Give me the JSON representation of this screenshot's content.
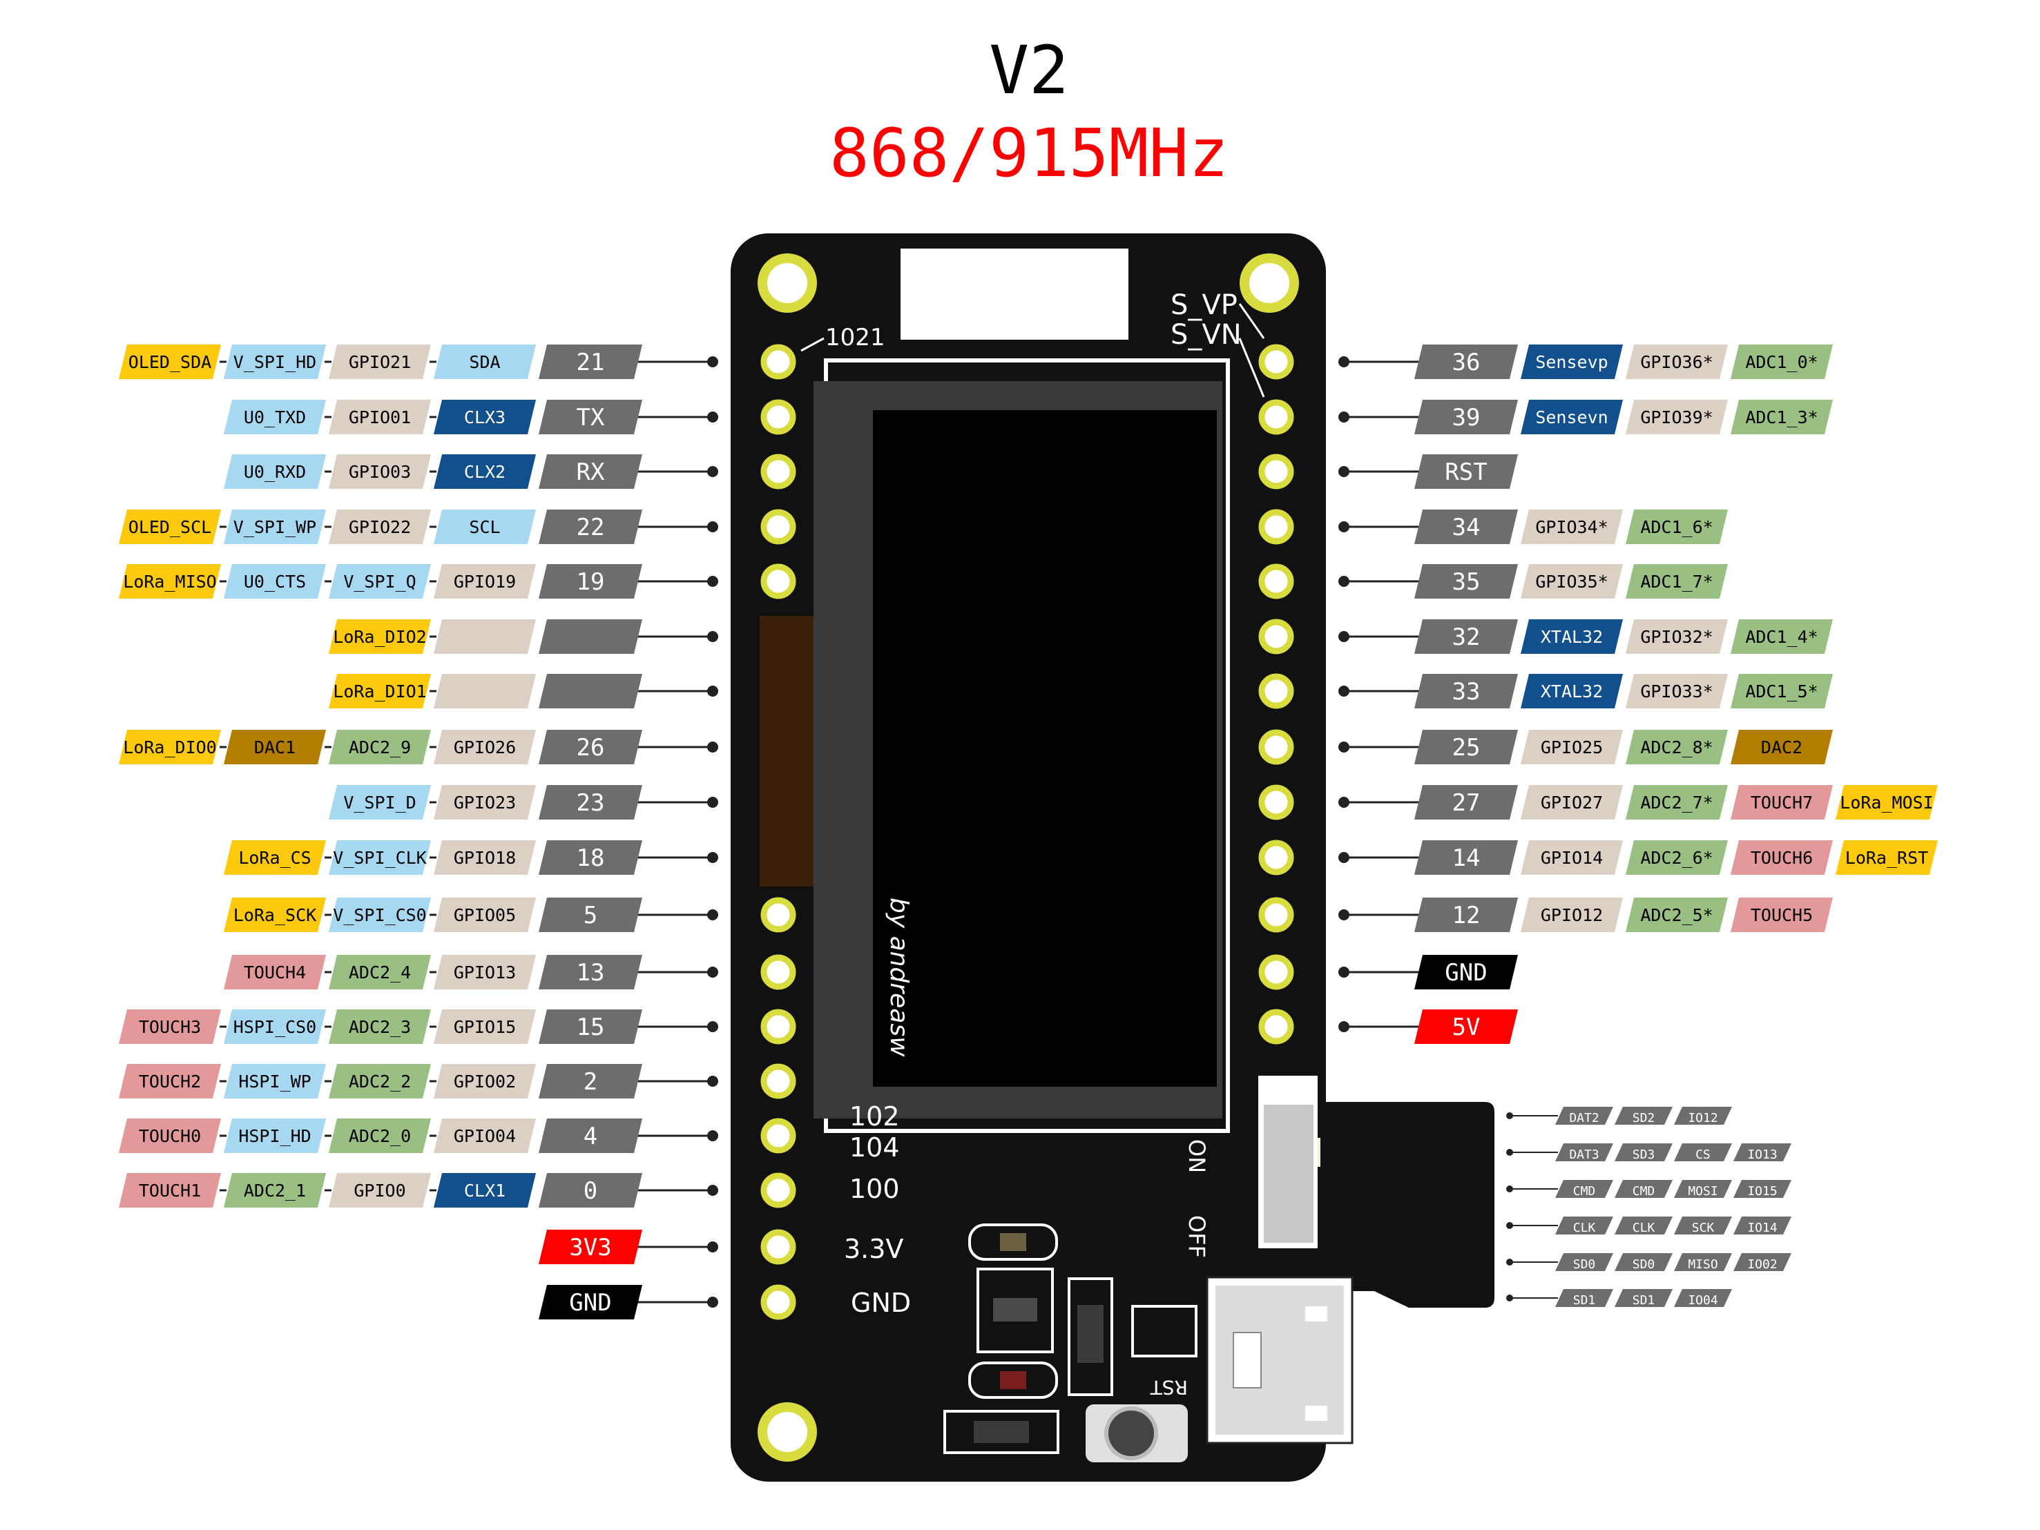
{
  "title": "V2",
  "subtitle": "868/915MHz",
  "colors": {
    "pin": "#6d6d6d",
    "gpio": "#dcd0c4",
    "analog": "#9abf82",
    "serial": "#a7d8f1",
    "clk": "#11508c",
    "lora": "#fdc90c",
    "dac": "#b37e00",
    "touch": "#e3999a",
    "power_red": "#ff0000",
    "ground": "#000000",
    "board": "#111111",
    "pad": "#d8dc3e"
  },
  "left_pins": [
    {
      "labels": [
        {
          "text": "OLED_SDA",
          "type": "lora"
        },
        {
          "text": "V_SPI_HD",
          "type": "serial"
        },
        {
          "text": "GPIO21",
          "type": "gpio"
        },
        {
          "text": "SDA",
          "type": "serial"
        }
      ],
      "pin": "21",
      "pin_type": "pin"
    },
    {
      "labels": [
        {
          "text": "U0_TXD",
          "type": "serial"
        },
        {
          "text": "GPIO01",
          "type": "gpio"
        },
        {
          "text": "CLX3",
          "type": "clk"
        }
      ],
      "pin": "TX",
      "pin_type": "pin"
    },
    {
      "labels": [
        {
          "text": "U0_RXD",
          "type": "serial"
        },
        {
          "text": "GPIO03",
          "type": "gpio"
        },
        {
          "text": "CLX2",
          "type": "clk"
        }
      ],
      "pin": "RX",
      "pin_type": "pin"
    },
    {
      "labels": [
        {
          "text": "OLED_SCL",
          "type": "lora"
        },
        {
          "text": "V_SPI_WP",
          "type": "serial"
        },
        {
          "text": "GPIO22",
          "type": "gpio"
        },
        {
          "text": "SCL",
          "type": "serial"
        }
      ],
      "pin": "22",
      "pin_type": "pin"
    },
    {
      "labels": [
        {
          "text": "LoRa_MISO",
          "type": "lora"
        },
        {
          "text": "U0_CTS",
          "type": "serial"
        },
        {
          "text": "V_SPI_Q",
          "type": "serial"
        },
        {
          "text": "GPIO19",
          "type": "gpio"
        }
      ],
      "pin": "19",
      "pin_type": "pin"
    },
    {
      "labels": [
        {
          "text": "LoRa_DIO2",
          "type": "lora"
        },
        {
          "text": "",
          "type": "gpio"
        }
      ],
      "pin": "",
      "pin_type": "pin"
    },
    {
      "labels": [
        {
          "text": "LoRa_DIO1",
          "type": "lora"
        },
        {
          "text": "",
          "type": "gpio"
        }
      ],
      "pin": "",
      "pin_type": "pin"
    },
    {
      "labels": [
        {
          "text": "LoRa_DIO0",
          "type": "lora"
        },
        {
          "text": "DAC1",
          "type": "dac"
        },
        {
          "text": "ADC2_9",
          "type": "analog"
        },
        {
          "text": "GPIO26",
          "type": "gpio"
        }
      ],
      "pin": "26",
      "pin_type": "pin"
    },
    {
      "labels": [
        {
          "text": "V_SPI_D",
          "type": "serial"
        },
        {
          "text": "GPIO23",
          "type": "gpio"
        }
      ],
      "pin": "23",
      "pin_type": "pin"
    },
    {
      "labels": [
        {
          "text": "LoRa_CS",
          "type": "lora"
        },
        {
          "text": "V_SPI_CLK",
          "type": "serial"
        },
        {
          "text": "GPIO18",
          "type": "gpio"
        }
      ],
      "pin": "18",
      "pin_type": "pin"
    },
    {
      "labels": [
        {
          "text": "LoRa_SCK",
          "type": "lora"
        },
        {
          "text": "V_SPI_CS0",
          "type": "serial"
        },
        {
          "text": "GPIO05",
          "type": "gpio"
        }
      ],
      "pin": "5",
      "pin_type": "pin"
    },
    {
      "labels": [
        {
          "text": "TOUCH4",
          "type": "touch"
        },
        {
          "text": "ADC2_4",
          "type": "analog"
        },
        {
          "text": "GPIO13",
          "type": "gpio"
        }
      ],
      "pin": "13",
      "pin_type": "pin"
    },
    {
      "labels": [
        {
          "text": "TOUCH3",
          "type": "touch"
        },
        {
          "text": "HSPI_CS0",
          "type": "serial"
        },
        {
          "text": "ADC2_3",
          "type": "analog"
        },
        {
          "text": "GPIO15",
          "type": "gpio"
        }
      ],
      "pin": "15",
      "pin_type": "pin"
    },
    {
      "labels": [
        {
          "text": "TOUCH2",
          "type": "touch"
        },
        {
          "text": "HSPI_WP",
          "type": "serial"
        },
        {
          "text": "ADC2_2",
          "type": "analog"
        },
        {
          "text": "GPIO02",
          "type": "gpio"
        }
      ],
      "pin": "2",
      "pin_type": "pin"
    },
    {
      "labels": [
        {
          "text": "TOUCH0",
          "type": "touch"
        },
        {
          "text": "HSPI_HD",
          "type": "serial"
        },
        {
          "text": "ADC2_0",
          "type": "analog"
        },
        {
          "text": "GPIO04",
          "type": "gpio"
        }
      ],
      "pin": "4",
      "pin_type": "pin"
    },
    {
      "labels": [
        {
          "text": "TOUCH1",
          "type": "touch"
        },
        {
          "text": "ADC2_1",
          "type": "analog"
        },
        {
          "text": "GPIO0",
          "type": "gpio"
        },
        {
          "text": "CLX1",
          "type": "clk"
        }
      ],
      "pin": "0",
      "pin_type": "pin"
    },
    {
      "labels": [],
      "pin": "3V3",
      "pin_type": "power_red"
    },
    {
      "labels": [],
      "pin": "GND",
      "pin_type": "ground"
    }
  ],
  "right_pins": [
    {
      "pin": "36",
      "pin_type": "pin",
      "labels": [
        {
          "text": "Sensevp",
          "type": "clk"
        },
        {
          "text": "GPIO36*",
          "type": "gpio"
        },
        {
          "text": "ADC1_0*",
          "type": "analog"
        }
      ]
    },
    {
      "pin": "39",
      "pin_type": "pin",
      "labels": [
        {
          "text": "Sensevn",
          "type": "clk"
        },
        {
          "text": "GPIO39*",
          "type": "gpio"
        },
        {
          "text": "ADC1_3*",
          "type": "analog"
        }
      ]
    },
    {
      "pin": "RST",
      "pin_type": "pin",
      "labels": []
    },
    {
      "pin": "34",
      "pin_type": "pin",
      "labels": [
        {
          "text": "GPIO34*",
          "type": "gpio"
        },
        {
          "text": "ADC1_6*",
          "type": "analog"
        }
      ]
    },
    {
      "pin": "35",
      "pin_type": "pin",
      "labels": [
        {
          "text": "GPIO35*",
          "type": "gpio"
        },
        {
          "text": "ADC1_7*",
          "type": "analog"
        }
      ]
    },
    {
      "pin": "32",
      "pin_type": "pin",
      "labels": [
        {
          "text": "XTAL32",
          "type": "clk"
        },
        {
          "text": "GPIO32*",
          "type": "gpio"
        },
        {
          "text": "ADC1_4*",
          "type": "analog"
        }
      ]
    },
    {
      "pin": "33",
      "pin_type": "pin",
      "labels": [
        {
          "text": "XTAL32",
          "type": "clk"
        },
        {
          "text": "GPIO33*",
          "type": "gpio"
        },
        {
          "text": "ADC1_5*",
          "type": "analog"
        }
      ]
    },
    {
      "pin": "25",
      "pin_type": "pin",
      "labels": [
        {
          "text": "GPIO25",
          "type": "gpio"
        },
        {
          "text": "ADC2_8*",
          "type": "analog"
        },
        {
          "text": "DAC2",
          "type": "dac"
        }
      ]
    },
    {
      "pin": "27",
      "pin_type": "pin",
      "labels": [
        {
          "text": "GPIO27",
          "type": "gpio"
        },
        {
          "text": "ADC2_7*",
          "type": "analog"
        },
        {
          "text": "TOUCH7",
          "type": "touch"
        },
        {
          "text": "LoRa_MOSI",
          "type": "lora"
        }
      ]
    },
    {
      "pin": "14",
      "pin_type": "pin",
      "labels": [
        {
          "text": "GPIO14",
          "type": "gpio"
        },
        {
          "text": "ADC2_6*",
          "type": "analog"
        },
        {
          "text": "TOUCH6",
          "type": "touch"
        },
        {
          "text": "LoRa_RST",
          "type": "lora"
        }
      ]
    },
    {
      "pin": "12",
      "pin_type": "pin",
      "labels": [
        {
          "text": "GPIO12",
          "type": "gpio"
        },
        {
          "text": "ADC2_5*",
          "type": "analog"
        },
        {
          "text": "TOUCH5",
          "type": "touch"
        }
      ]
    },
    {
      "pin": "GND",
      "pin_type": "ground",
      "labels": []
    },
    {
      "pin": "5V",
      "pin_type": "power_red",
      "labels": []
    }
  ],
  "sd_pins": [
    {
      "name": "DAT2",
      "labels": [
        "SD2",
        "IO12"
      ]
    },
    {
      "name": "DAT3",
      "labels": [
        "SD3",
        "CS",
        "IO13"
      ]
    },
    {
      "name": "CMD",
      "labels": [
        "CMD",
        "MOSI",
        "IO15"
      ]
    },
    {
      "name": "CLK",
      "labels": [
        "CLK",
        "SCK",
        "IO14"
      ]
    },
    {
      "name": "SD0",
      "labels": [
        "SD0",
        "MISO",
        "IO02"
      ]
    },
    {
      "name": "SD1",
      "labels": [
        "SD1",
        "IO04"
      ]
    }
  ],
  "board": {
    "silk_1021": "1021",
    "silk_svp": "S_VP",
    "silk_svn": "S_VN",
    "silk_102": "102",
    "silk_104": "104",
    "silk_100": "100",
    "silk_33v": "3.3V",
    "silk_gnd": "GND",
    "silk_on": "ON",
    "silk_off": "OFF",
    "silk_rst": "RST",
    "silk_by": "by andreasw"
  }
}
